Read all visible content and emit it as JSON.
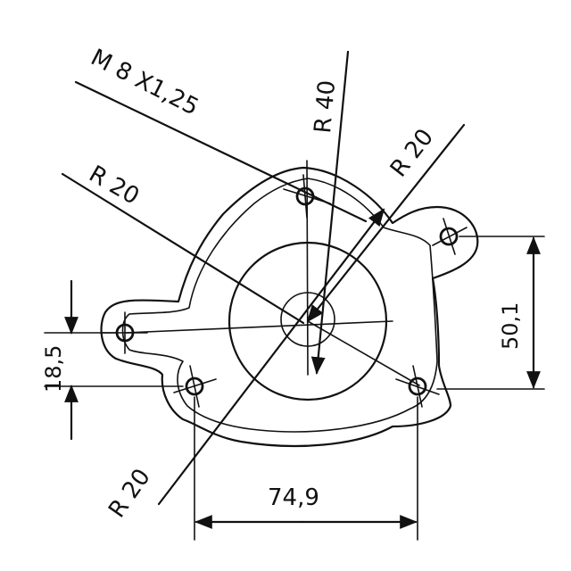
{
  "drawing": {
    "labels": {
      "thread": "M 8 X1,25",
      "radius_top": "R 40",
      "radius_upper_left": "R 20",
      "radius_upper_right": "R 20",
      "radius_lower_left": "R 20",
      "dim_left": "18,5",
      "dim_right": "50,1",
      "dim_bottom": "74,9"
    },
    "colors": {
      "line": "#111111",
      "background": "#ffffff"
    }
  }
}
